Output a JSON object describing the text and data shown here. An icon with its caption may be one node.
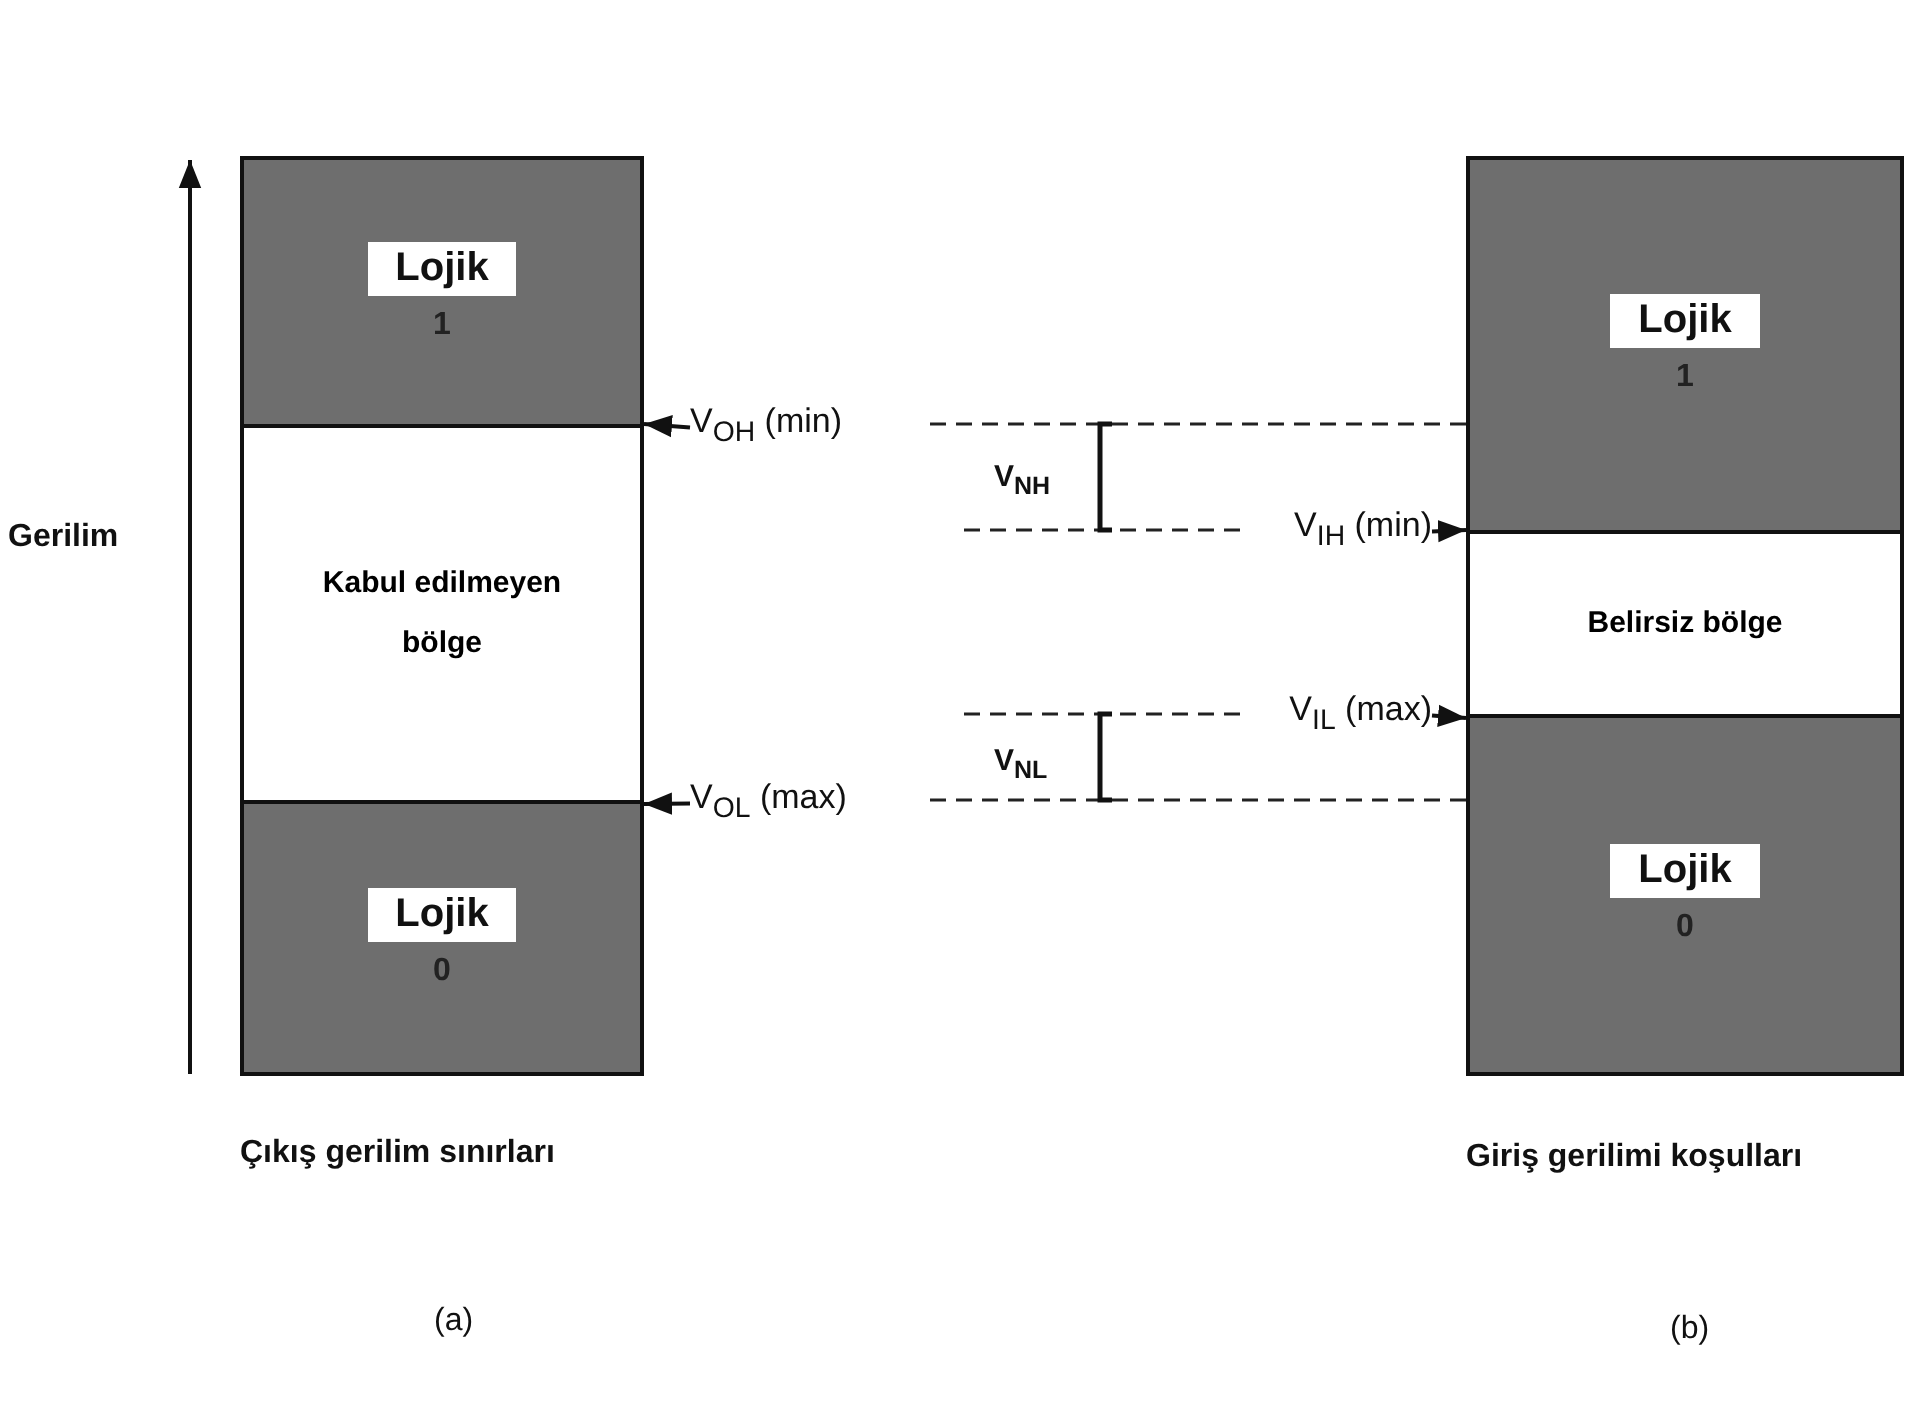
{
  "diagram": {
    "nodes": [
      {
        "text": [
          "Lojik",
          "1"
        ]
      },
      {
        "text": [
          "Kabul edilmeyen bölge"
        ]
      },
      {
        "text": [
          "Lojik",
          "0"
        ]
      },
      {
        "text": [
          "Lojik",
          "1"
        ]
      },
      {
        "text": [
          "Belirsiz bölge"
        ]
      },
      {
        "text": [
          "Lojik",
          "0"
        ]
      },
      {
        "text": [
          "V$_{OH}$ (min)"
        ]
      },
      {
        "text": [
          "V$_{IH}$ (min)"
        ]
      },
      {
        "text": [
          "V$_{IL}$ (max)"
        ]
      },
      {
        "text": [
          "V$_{OL}$ (max)"
        ]
      }
    ],
    "edges": [
      {
        "from": 6,
        "to": 1,
        "arrow": "to"
      },
      {
        "from": 7,
        "to": 4,
        "arrow": "to"
      },
      {
        "from": 8,
        "to": 4,
        "arrow": "to"
      },
      {
        "from": 9,
        "to": 1,
        "arrow": "to"
      }
    ],
    "labels": [
      "Gerilim",
      "V$_{NH}$",
      "V$_{NL}$",
      "Çıkış gerilim sınırları",
      "Giriş gerilimi koşulları",
      "(a)",
      "(b)"
    ]
  }
}
